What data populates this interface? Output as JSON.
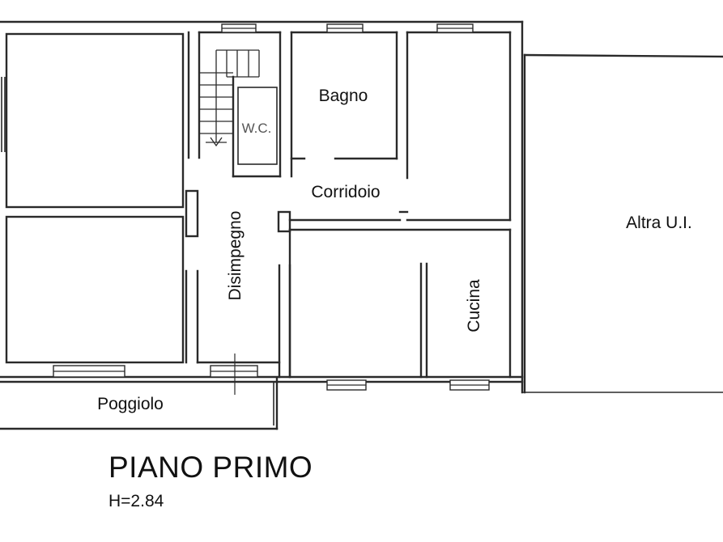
{
  "floor_plan": {
    "rooms": {
      "bagno": "Bagno",
      "wc": "W.C.",
      "corridoio": "Corridoio",
      "disimpegno": "Disimpegno",
      "cucina": "Cucina",
      "altra_ui": "Altra U.I.",
      "poggiolo": "Poggiolo"
    },
    "title": "PIANO PRIMO",
    "height": "H=2.84"
  }
}
